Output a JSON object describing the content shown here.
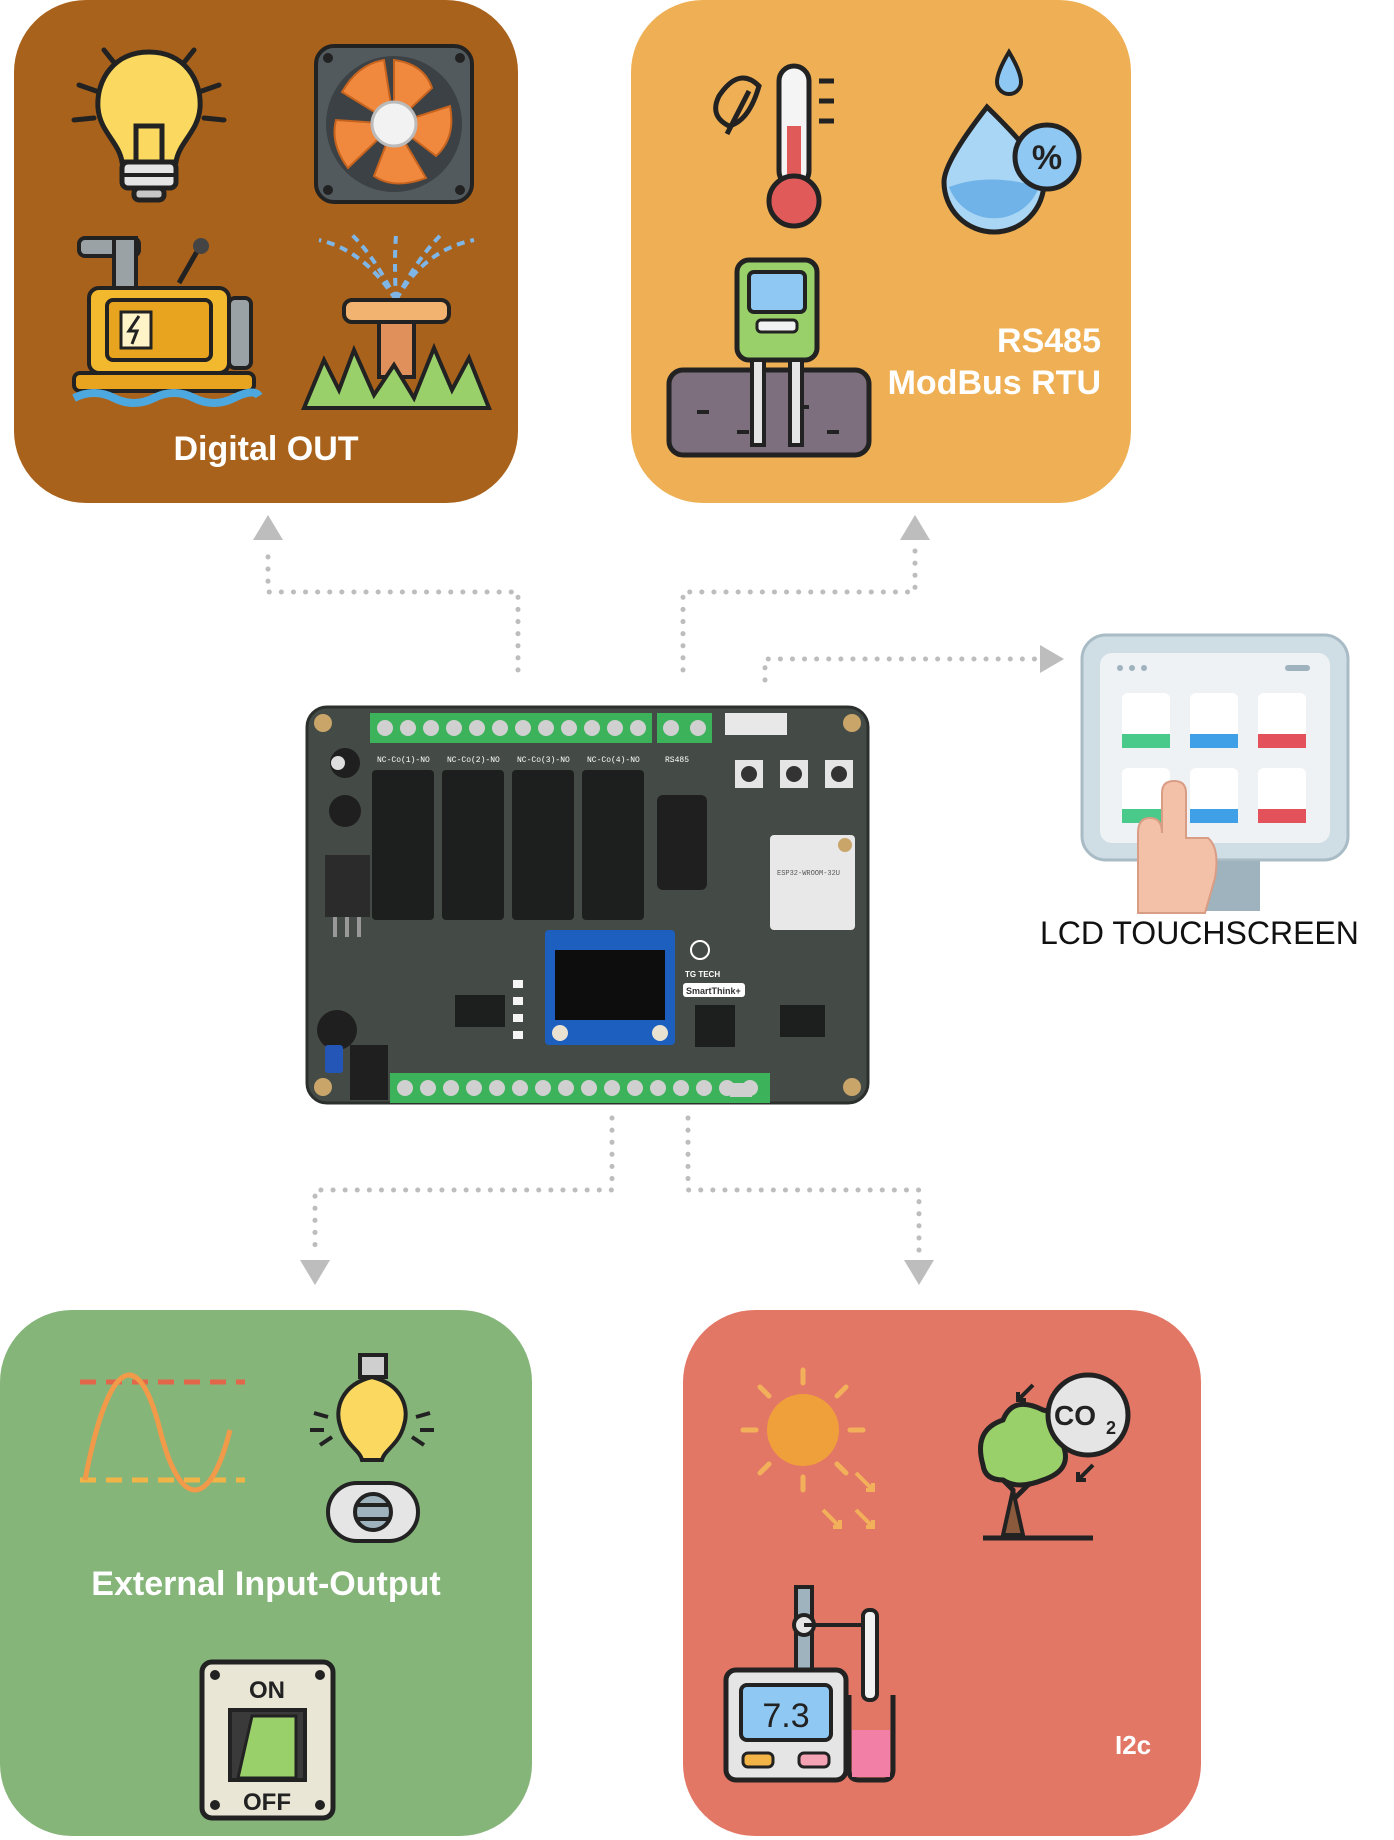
{
  "panels": {
    "digital_out": {
      "label": "Digital OUT"
    },
    "rs485": {
      "label_line1": "RS485",
      "label_line2": "ModBus RTU"
    },
    "external_io": {
      "label": "External Input-Output"
    },
    "i2c": {
      "label": "I2c"
    }
  },
  "touchscreen": {
    "label": "LCD TOUCHSCREEN"
  },
  "board": {
    "brand": "TG TECH",
    "model": "SmartThink+",
    "module": "ESP32-WROOM-32U",
    "header_labels": [
      "NC-Co(1)-NO",
      "NC-Co(2)-NO",
      "NC-Co(3)-NO",
      "NC-Co(4)-NO",
      "RS485"
    ]
  },
  "icon_texts": {
    "ph_value": "7.3",
    "switch_on": "ON",
    "switch_off": "OFF",
    "co2": "CO",
    "co2_sub": "2",
    "percent": "%"
  },
  "colors": {
    "digital_out_bg": "#a9621b",
    "rs485_bg": "#efb055",
    "external_io_bg": "#86b57a",
    "i2c_bg": "#e37766",
    "connector": "#bdbdbd"
  }
}
